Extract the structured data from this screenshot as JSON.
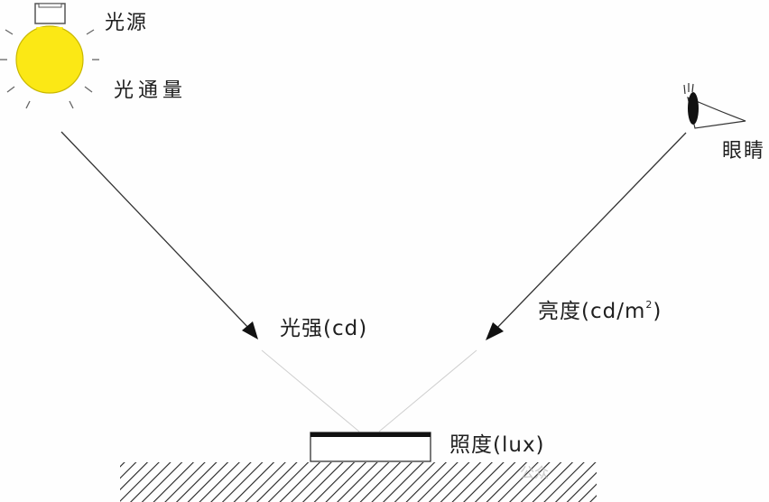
{
  "labels": {
    "light_source": "光源",
    "luminous_flux": "光通量",
    "eye": "眼睛",
    "luminous_intensity": "光强(cd)",
    "luminance_prefix": "亮度(cd/m",
    "luminance_exponent": "2",
    "luminance_suffix": ")",
    "illuminance": "照度(lux)"
  },
  "watermark": {
    "text": "公众"
  },
  "colors": {
    "bulb_fill": "#fbe815",
    "bulb_stroke": "#c9b800",
    "line": "#333333",
    "hatch": "#222222"
  }
}
